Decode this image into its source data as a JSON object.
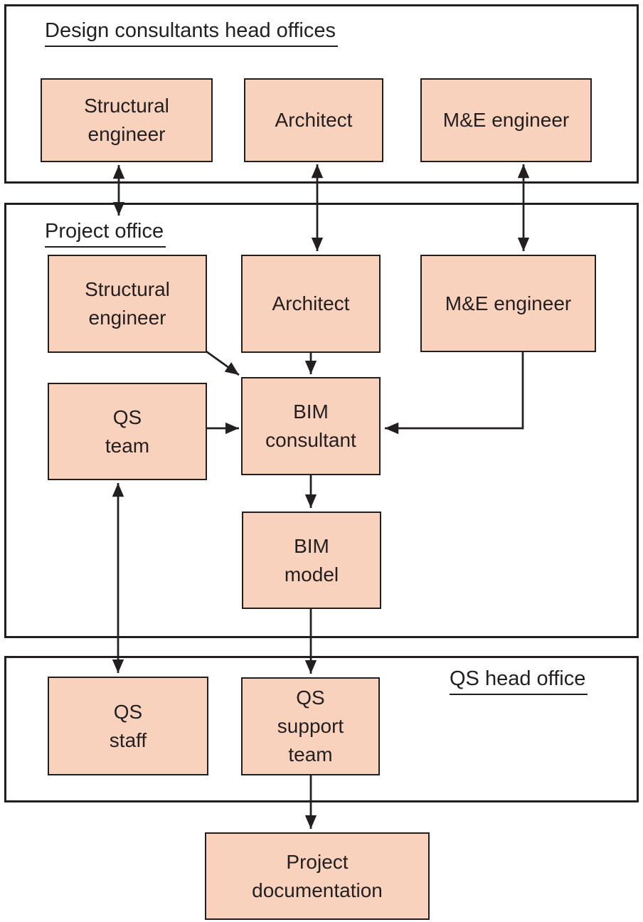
{
  "diagram": {
    "titles": {
      "design_head": "Design consultants head offices",
      "project_office": "Project office",
      "qs_head": "QS head office"
    },
    "boxes": {
      "structural_head": "Structural\nengineer",
      "architect_head": "Architect",
      "me_head": "M&E engineer",
      "structural_project": "Structural\nengineer",
      "architect_project": "Architect",
      "me_project": "M&E engineer",
      "qs_team": "QS\nteam",
      "bim_consultant": "BIM\nconsultant",
      "bim_model": "BIM\nmodel",
      "qs_staff": "QS\nstaff",
      "qs_support_team": "QS\nsupport\nteam",
      "project_documentation": "Project\ndocumentation"
    },
    "colors": {
      "box_fill": "#f9d2bd",
      "line": "#231f20",
      "background": "#ffffff"
    },
    "connections": [
      {
        "from": "structural_head",
        "to": "project_office",
        "type": "double-arrow"
      },
      {
        "from": "architect_head",
        "to": "architect_project",
        "type": "double-arrow"
      },
      {
        "from": "me_head",
        "to": "me_project",
        "type": "double-arrow"
      },
      {
        "from": "structural_project",
        "to": "bim_consultant",
        "type": "arrow"
      },
      {
        "from": "architect_project",
        "to": "bim_consultant",
        "type": "arrow"
      },
      {
        "from": "me_project",
        "to": "bim_consultant",
        "type": "arrow"
      },
      {
        "from": "qs_team",
        "to": "bim_consultant",
        "type": "arrow"
      },
      {
        "from": "bim_consultant",
        "to": "bim_model",
        "type": "arrow"
      },
      {
        "from": "bim_model",
        "to": "qs_support_team",
        "type": "arrow"
      },
      {
        "from": "qs_team",
        "to": "qs_staff",
        "type": "double-arrow"
      },
      {
        "from": "qs_support_team",
        "to": "project_documentation",
        "type": "arrow"
      }
    ]
  }
}
